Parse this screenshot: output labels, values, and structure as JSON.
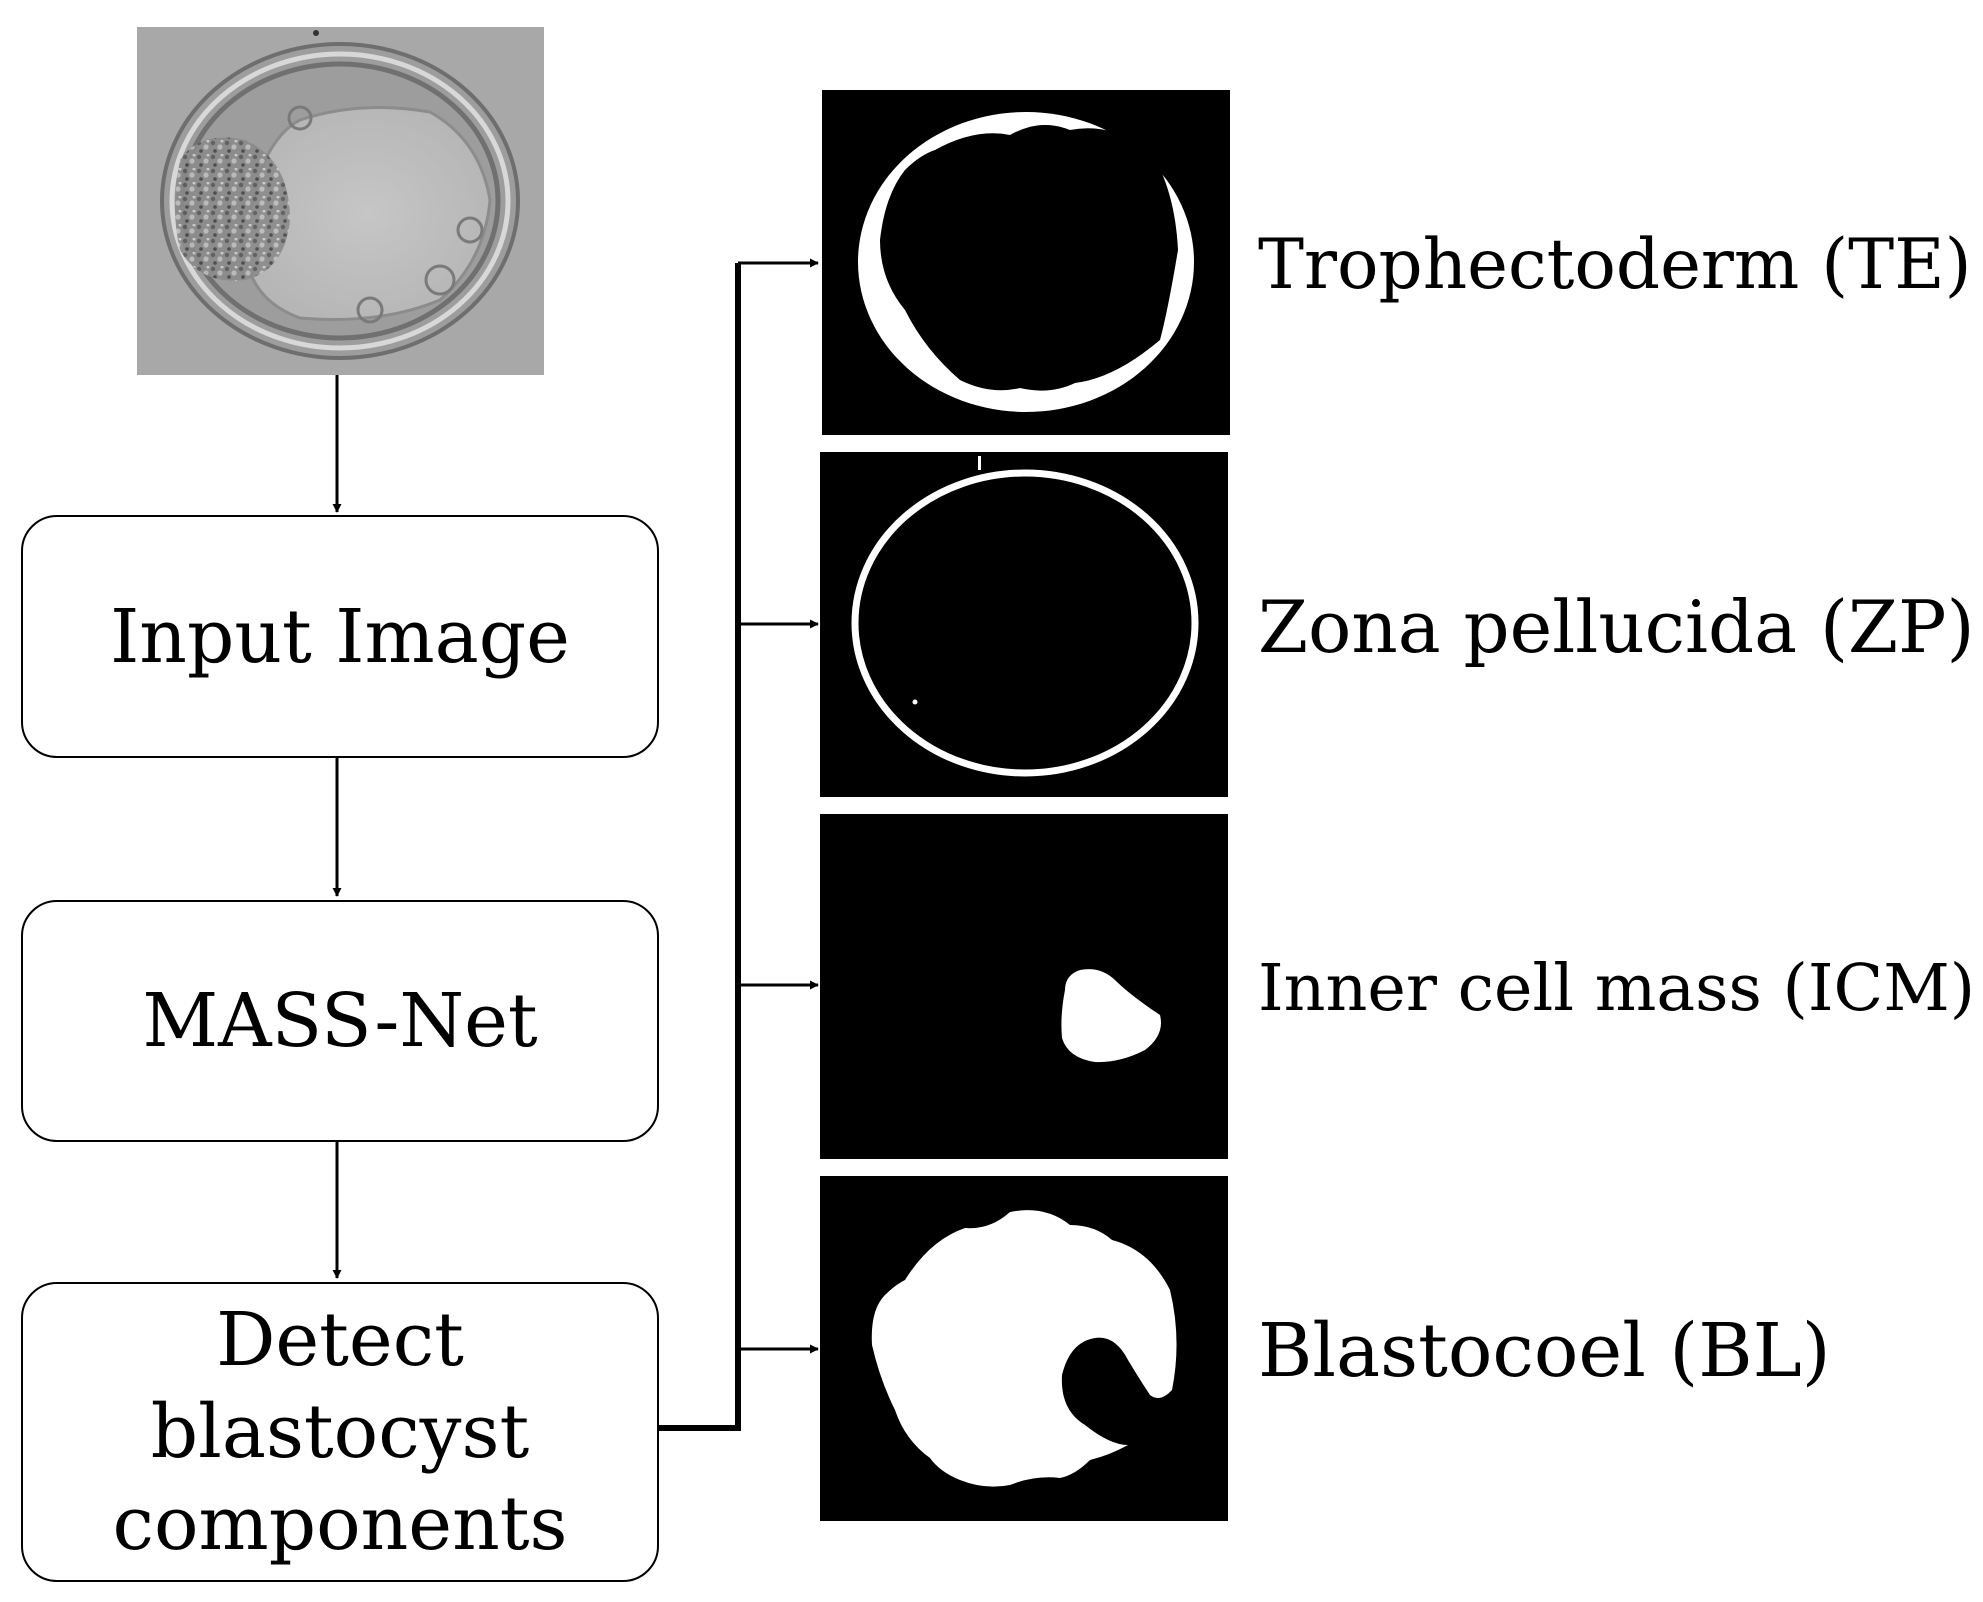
{
  "pipeline": {
    "input_step": "Input Image",
    "model_step": "MASS-Net",
    "detect_step": "Detect\nblastocyst\ncomponents"
  },
  "outputs": [
    {
      "label": "Trophectoderm (TE)"
    },
    {
      "label": "Zona pellucida (ZP)"
    },
    {
      "label": "Inner cell mass (ICM)"
    },
    {
      "label": "Blastocoel (BL)"
    }
  ],
  "colors": {
    "mask_background": "#000000",
    "mask_foreground": "#ffffff",
    "micrograph_background": "#a8a8a8"
  }
}
